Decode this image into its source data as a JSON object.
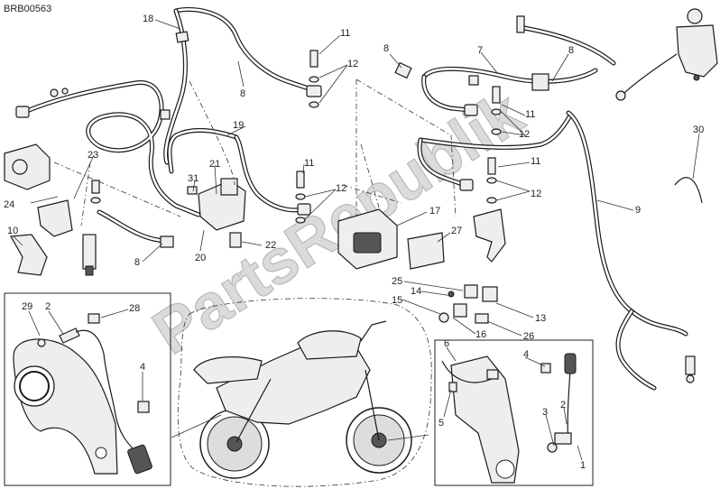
{
  "diagram_code": "BRB00563",
  "watermark": "PartsRepublik",
  "callouts": [
    {
      "id": "c18a",
      "text": "18"
    },
    {
      "id": "c11a",
      "text": "11"
    },
    {
      "id": "c12a",
      "text": "12"
    },
    {
      "id": "c8a",
      "text": "8"
    },
    {
      "id": "c8b",
      "text": "8"
    },
    {
      "id": "c7",
      "text": "7"
    },
    {
      "id": "c8c",
      "text": "8"
    },
    {
      "id": "c11b",
      "text": "11"
    },
    {
      "id": "c12b",
      "text": "12"
    },
    {
      "id": "c19",
      "text": "19"
    },
    {
      "id": "c30",
      "text": "30"
    },
    {
      "id": "c23",
      "text": "23"
    },
    {
      "id": "c21",
      "text": "21"
    },
    {
      "id": "c31",
      "text": "31"
    },
    {
      "id": "c11c",
      "text": "11"
    },
    {
      "id": "c12c",
      "text": "12"
    },
    {
      "id": "c11d",
      "text": "11"
    },
    {
      "id": "c12d",
      "text": "12"
    },
    {
      "id": "c24",
      "text": "24"
    },
    {
      "id": "c17",
      "text": "17"
    },
    {
      "id": "c9",
      "text": "9"
    },
    {
      "id": "c10",
      "text": "10"
    },
    {
      "id": "c27",
      "text": "27"
    },
    {
      "id": "c22",
      "text": "22"
    },
    {
      "id": "c8d",
      "text": "8"
    },
    {
      "id": "c20",
      "text": "20"
    },
    {
      "id": "c25",
      "text": "25"
    },
    {
      "id": "c14",
      "text": "14"
    },
    {
      "id": "c15",
      "text": "15"
    },
    {
      "id": "c13",
      "text": "13"
    },
    {
      "id": "c16",
      "text": "16"
    },
    {
      "id": "c26",
      "text": "26"
    },
    {
      "id": "c29",
      "text": "29"
    },
    {
      "id": "c2a",
      "text": "2"
    },
    {
      "id": "c28",
      "text": "28"
    },
    {
      "id": "c4a",
      "text": "4"
    },
    {
      "id": "c6",
      "text": "6"
    },
    {
      "id": "c4b",
      "text": "4"
    },
    {
      "id": "c5",
      "text": "5"
    },
    {
      "id": "c3",
      "text": "3"
    },
    {
      "id": "c2b",
      "text": "2"
    },
    {
      "id": "c1",
      "text": "1"
    }
  ]
}
